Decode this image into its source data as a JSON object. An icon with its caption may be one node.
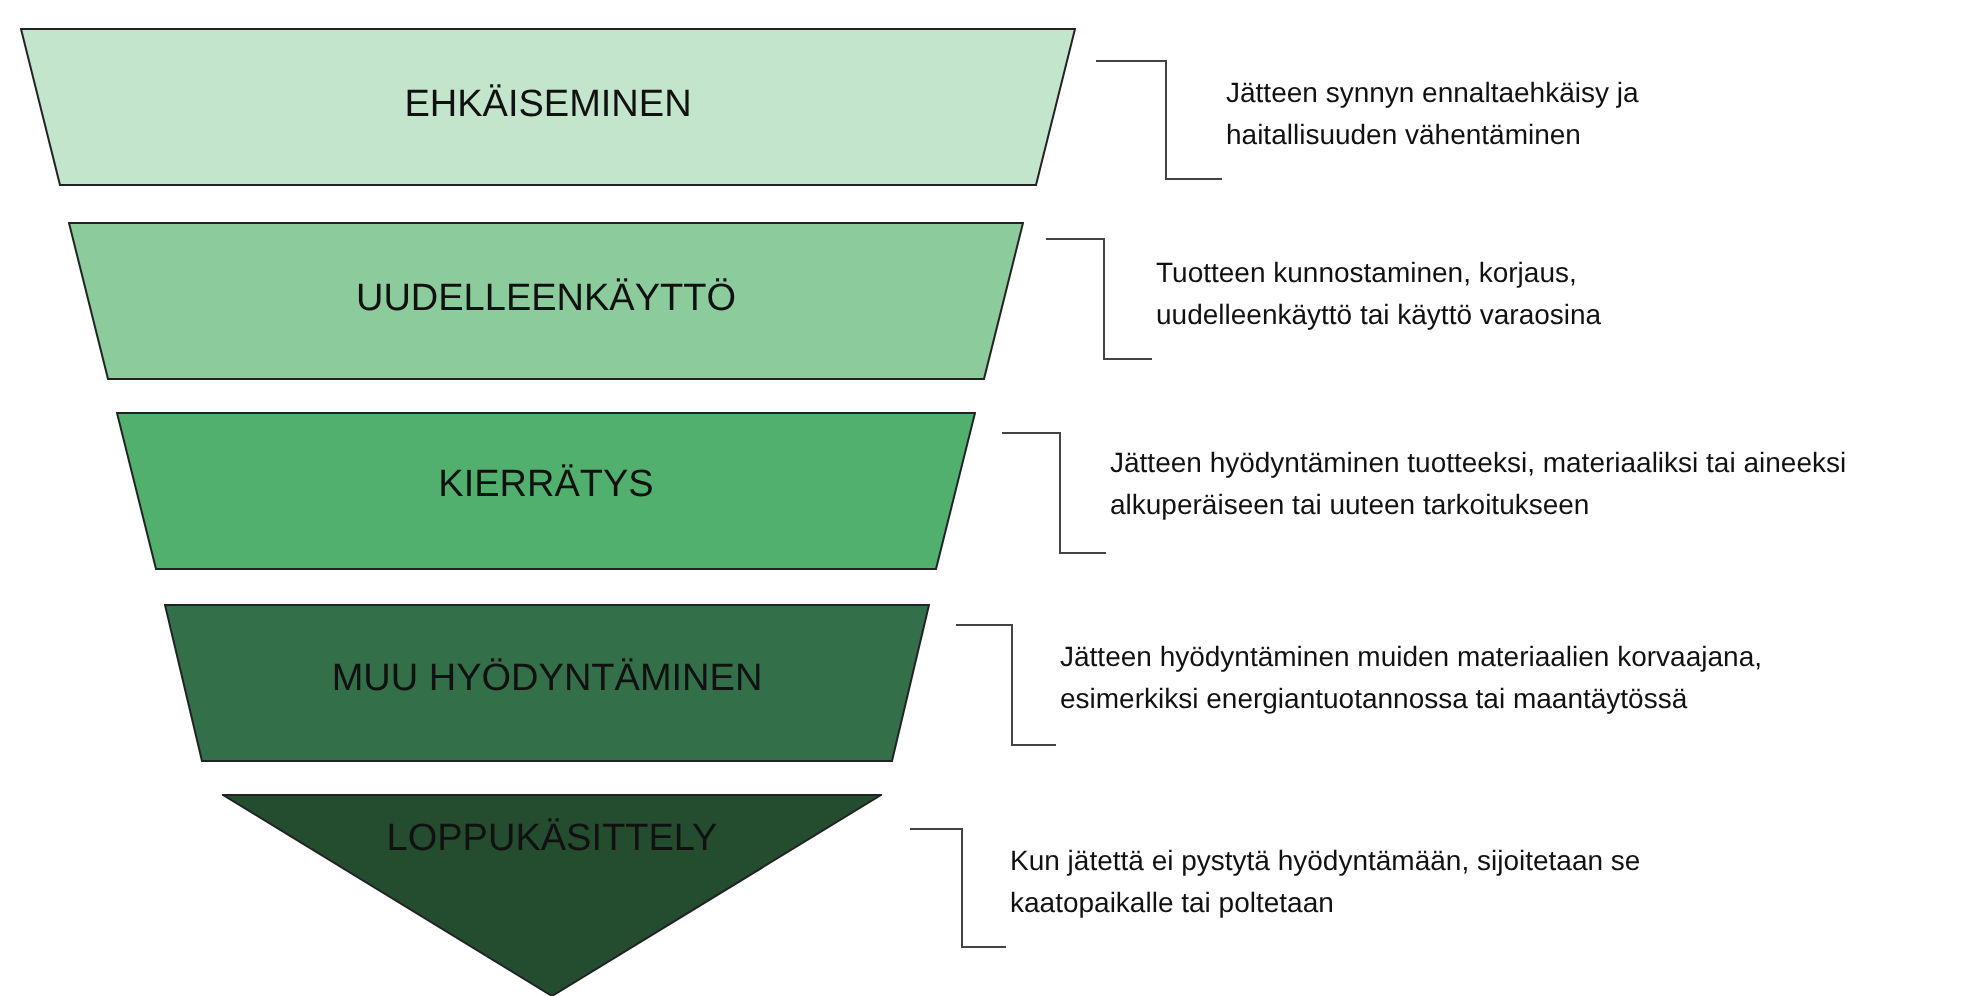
{
  "diagram": {
    "nodes": [
      {
        "text": [
          "EHKÄISEMINEN"
        ]
      },
      {
        "text": [
          "UUDELLEENKÄYTTÖ"
        ]
      },
      {
        "text": [
          "KIERRÄTYS"
        ]
      },
      {
        "text": [
          "MUU HYÖDYNTÄMINEN"
        ]
      },
      {
        "text": [
          "LOPPUKÄSITTELY"
        ]
      }
    ],
    "labels": [
      "Jätteen synnyn ennaltaehkäisy ja haitallisuuden vähentäminen",
      "Tuotteen kunnostaminen, korjaus, uudelleenkäyttö tai käyttö varaosina",
      "Jätteen hyödyntäminen tuotteeksi, materiaaliksi tai aineeksi alkuperäiseen tai uuteen tarkoitukseen",
      "Jätteen hyödyntäminen muiden materiaalien korvaajana, esimerkiksi energiantuotannossa tai maantäytössä",
      "Kun jätettä ei pystytä hyödyntämään, sijoitetaan se kaatopaikalle tai poltetaan"
    ]
  }
}
